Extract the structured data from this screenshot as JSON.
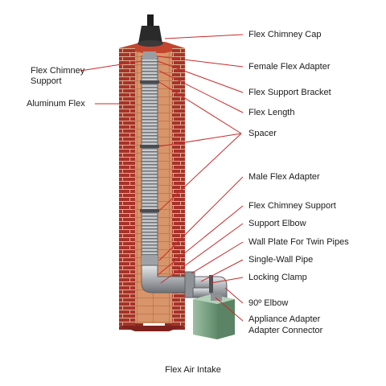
{
  "colors": {
    "brick": "#a8322a",
    "mortar": "#e9c6a8",
    "interior": "#d9956a",
    "leader": "#cc2a2a",
    "pipe": "#b9bcc0",
    "boiler": "#7fa487"
  },
  "labels_left": [
    {
      "id": "flex-chimney-support-top",
      "text": "Flex Chimney\nSupport"
    },
    {
      "id": "aluminum-flex",
      "text": "Aluminum Flex"
    }
  ],
  "labels_right": [
    {
      "id": "flex-chimney-cap",
      "text": "Flex Chimney Cap"
    },
    {
      "id": "female-flex-adapter",
      "text": "Female Flex Adapter"
    },
    {
      "id": "flex-support-bracket",
      "text": "Flex Support Bracket"
    },
    {
      "id": "flex-length",
      "text": "Flex Length"
    },
    {
      "id": "spacer",
      "text": "Spacer"
    },
    {
      "id": "male-flex-adapter",
      "text": "Male Flex Adapter"
    },
    {
      "id": "flex-chimney-support",
      "text": "Flex Chimney Support"
    },
    {
      "id": "support-elbow",
      "text": "Support Elbow"
    },
    {
      "id": "wall-plate-twin-pipes",
      "text": "Wall Plate For Twin Pipes"
    },
    {
      "id": "single-wall-pipe",
      "text": "Single-Wall Pipe"
    },
    {
      "id": "locking-clamp",
      "text": "Locking Clamp"
    },
    {
      "id": "elbow-90",
      "text": "90º Elbow"
    },
    {
      "id": "appliance-adapter",
      "text": "Appliance Adapter"
    },
    {
      "id": "adapter-connector",
      "text": "Adapter Connector"
    }
  ],
  "caption": "Flex Air Intake"
}
